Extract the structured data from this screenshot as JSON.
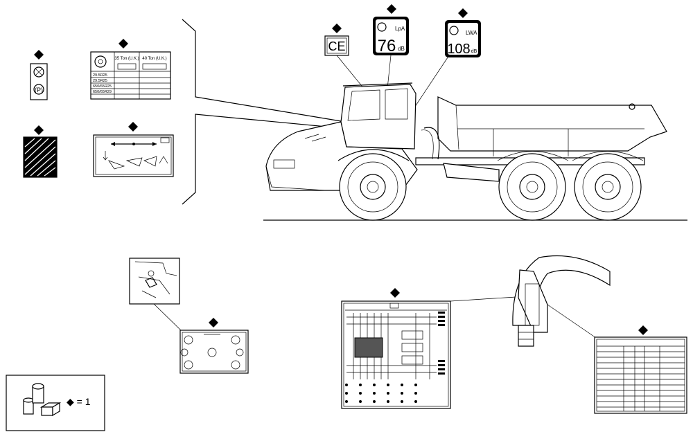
{
  "labels": {
    "ce_mark": "CE",
    "lpa_value": "76",
    "lpa_unit": "dB",
    "lpa_label": "LpA",
    "lwa_value": "108",
    "lwa_unit": "dB",
    "lwa_label": "LWA",
    "park_symbol": "(P)",
    "load_table_header_1": "35 Ton (U.K.)",
    "load_table_header_2": "40 Ton (U.K.)",
    "load_table_row_1": "29.5R25",
    "load_table_row_2": "29.5R25",
    "load_table_row_3": "650/65R25",
    "load_table_row_4": "650/65R29",
    "legend_text": "◆ = 1"
  },
  "icons": [
    "diamond-marker",
    "parts-icon",
    "decal-sheet"
  ]
}
